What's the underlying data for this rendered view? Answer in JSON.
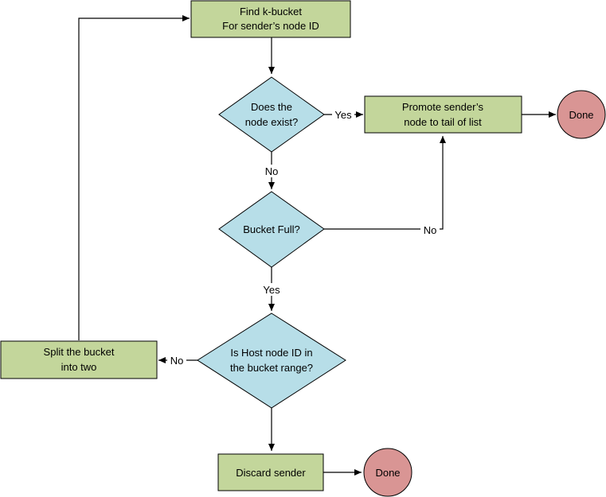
{
  "nodes": {
    "find_bucket": {
      "lines": [
        "Find k-bucket",
        "For sender’s node ID"
      ]
    },
    "node_exists": {
      "lines": [
        "Does the",
        "node exist?"
      ]
    },
    "promote": {
      "lines": [
        "Promote sender’s",
        "node to tail of list"
      ]
    },
    "done_top": {
      "lines": [
        "Done"
      ]
    },
    "bucket_full": {
      "lines": [
        "Bucket Full?"
      ]
    },
    "host_in_range": {
      "lines": [
        "Is Host node ID in",
        "the bucket range?"
      ]
    },
    "split_bucket": {
      "lines": [
        "Split the bucket",
        "into two"
      ]
    },
    "discard": {
      "lines": [
        "Discard sender"
      ]
    },
    "done_bottom": {
      "lines": [
        "Done"
      ]
    }
  },
  "edge_labels": {
    "exists_yes": "Yes",
    "exists_no": "No",
    "full_no": "No",
    "full_yes": "Yes",
    "range_no": "No"
  },
  "colors": {
    "process_fill": "#c3d69b",
    "decision_fill": "#b7dee8",
    "terminal_fill": "#d99594",
    "stroke": "#000000"
  }
}
